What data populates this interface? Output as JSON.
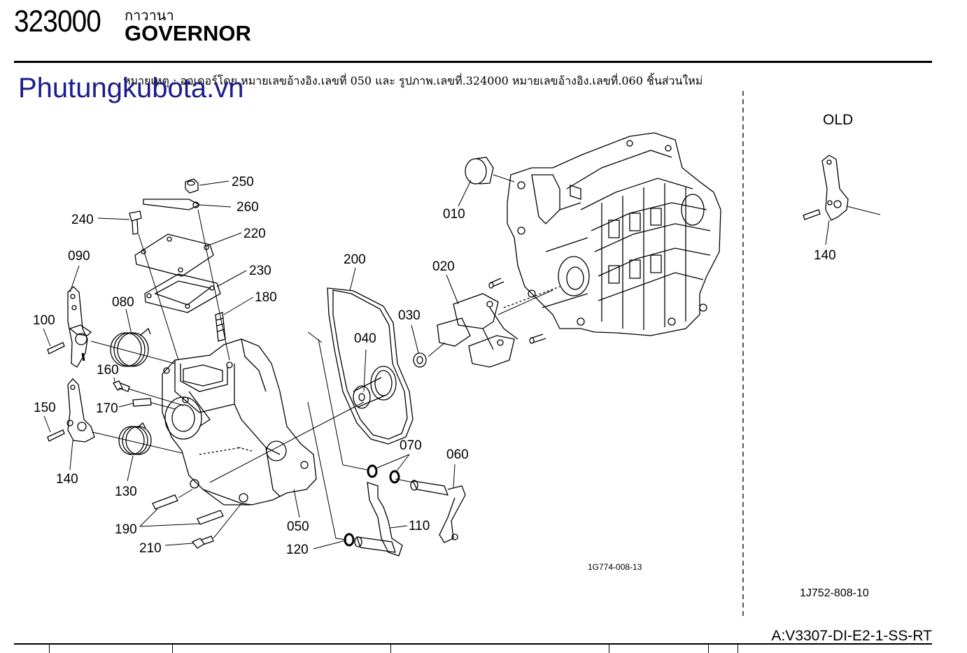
{
  "header": {
    "page_number": "323000",
    "title_thai": "กาวานา",
    "title_en": "GOVERNOR"
  },
  "watermark": "Phutungkubota.vn",
  "note": "หมายเหตุ : ออเดอร์โดย หมายเลขอ้างอิง.เลขที่ 050 และ รูปภาพ.เลขที่.324000 หมายเลขอ้างอิง.เลขที่.060 ชิ้นส่วนใหม่",
  "diagram": {
    "callouts": [
      "250",
      "260",
      "240",
      "220",
      "090",
      "230",
      "080",
      "180",
      "100",
      "160",
      "170",
      "150",
      "140",
      "130",
      "190",
      "210",
      "200",
      "040",
      "030",
      "020",
      "010",
      "070",
      "060",
      "110",
      "120",
      "050"
    ],
    "drawing_code_main": "1G774-008-13",
    "old_section": {
      "label": "OLD",
      "callout": "140",
      "drawing_code": "1J752-808-10"
    }
  },
  "footer": {
    "model_code": "A:V3307-DI-E2-1-SS-RT"
  }
}
